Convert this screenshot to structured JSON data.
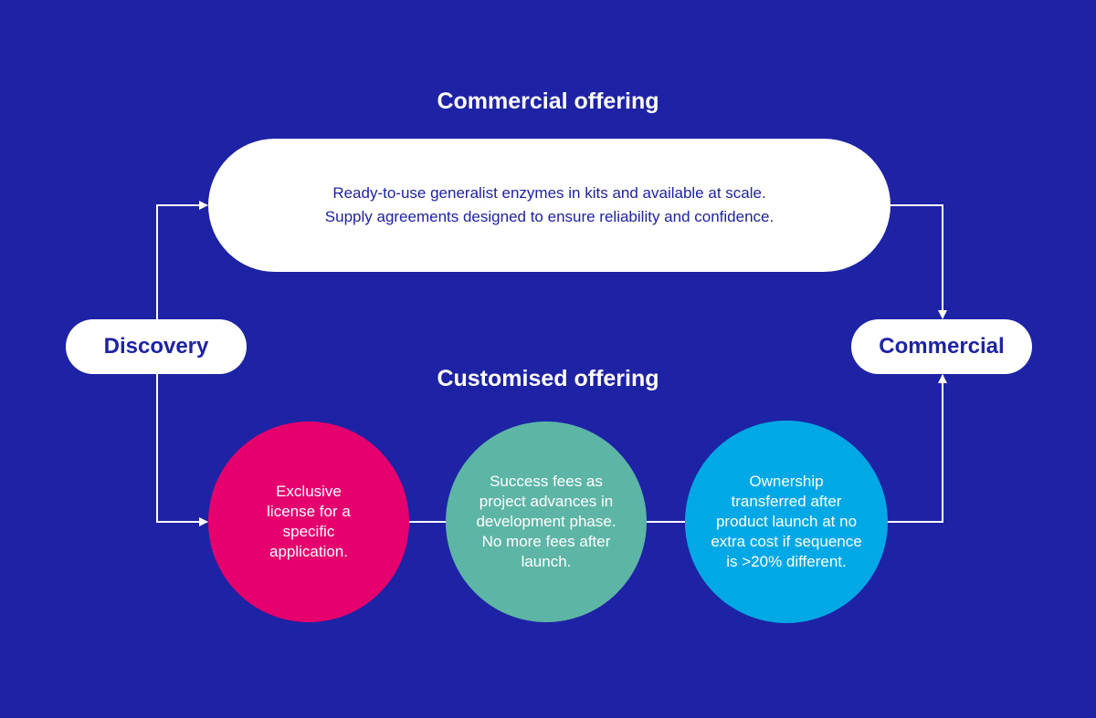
{
  "colors": {
    "background": "#1e22a4",
    "pink": "#e5006e",
    "teal": "#5db5a6",
    "blue": "#00a9e6"
  },
  "commercial_offering": {
    "title": "Commercial offering",
    "lines": [
      "Ready-to-use generalist enzymes in kits and available at scale.",
      "Supply agreements designed to ensure reliability and confidence."
    ]
  },
  "nodes": {
    "discovery": "Discovery",
    "commercial": "Commercial"
  },
  "customised_offering": {
    "title": "Customised offering",
    "steps": [
      "Exclusive\nlicense for a\nspecific\napplication.",
      "Success fees as\nproject advances in\ndevelopment phase.\nNo more fees after\nlaunch.",
      "Ownership\ntransferred after\nproduct launch at no\nextra cost if sequence\nis >20% different."
    ]
  }
}
